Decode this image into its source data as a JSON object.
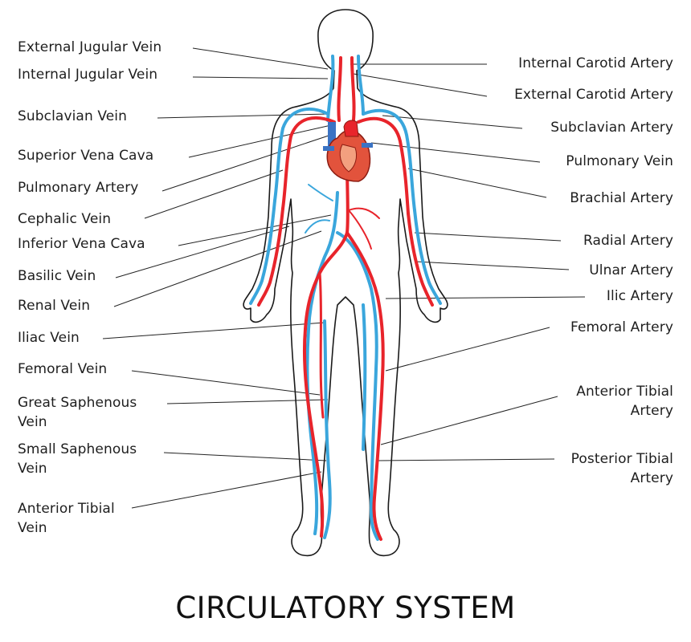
{
  "title": "CIRCULATORY SYSTEM",
  "colors": {
    "artery": "#e8242b",
    "vein": "#3aa6dc",
    "outline": "#1a1a1a",
    "heart": "#e2533c"
  },
  "icons": {
    "body": "human-body-outline-icon",
    "heart": "heart-icon"
  },
  "labels_left": [
    {
      "key": "external_jugular_vein",
      "text": "External Jugular Vein"
    },
    {
      "key": "internal_jugular_vein",
      "text": "Internal Jugular Vein"
    },
    {
      "key": "subclavian_vein",
      "text": "Subclavian Vein"
    },
    {
      "key": "superior_vena_cava",
      "text": "Superior Vena Cava"
    },
    {
      "key": "pulmonary_artery",
      "text": "Pulmonary Artery"
    },
    {
      "key": "cephalic_vein",
      "text": "Cephalic Vein"
    },
    {
      "key": "inferior_vena_cava",
      "text": "Inferior Vena Cava"
    },
    {
      "key": "basilic_vein",
      "text": "Basilic Vein"
    },
    {
      "key": "renal_vein",
      "text": "Renal Vein"
    },
    {
      "key": "iliac_vein",
      "text": "Iliac Vein"
    },
    {
      "key": "femoral_vein",
      "text": "Femoral Vein"
    },
    {
      "key": "great_saphenous_vein",
      "line1": "Great Saphenous",
      "line2": "Vein"
    },
    {
      "key": "small_saphenous_vein",
      "line1": "Small Saphenous",
      "line2": "Vein"
    },
    {
      "key": "anterior_tibial_vein",
      "line1": "Anterior Tibial",
      "line2": "Vein"
    }
  ],
  "labels_right": [
    {
      "key": "internal_carotid_artery",
      "text": "Internal Carotid Artery"
    },
    {
      "key": "external_carotid_artery",
      "text": "External Carotid Artery"
    },
    {
      "key": "subclavian_artery",
      "text": "Subclavian Artery"
    },
    {
      "key": "pulmonary_vein",
      "text": "Pulmonary Vein"
    },
    {
      "key": "brachial_artery",
      "text": "Brachial Artery"
    },
    {
      "key": "radial_artery",
      "text": "Radial Artery"
    },
    {
      "key": "ulnar_artery",
      "text": "Ulnar Artery"
    },
    {
      "key": "ilic_artery",
      "text": "Ilic Artery"
    },
    {
      "key": "femoral_artery",
      "text": "Femoral Artery"
    },
    {
      "key": "anterior_tibial_artery",
      "line1": "Anterior Tibial",
      "line2": "Artery"
    },
    {
      "key": "posterior_tibial_artery",
      "line1": "Posterior Tibial",
      "line2": "Artery"
    }
  ]
}
